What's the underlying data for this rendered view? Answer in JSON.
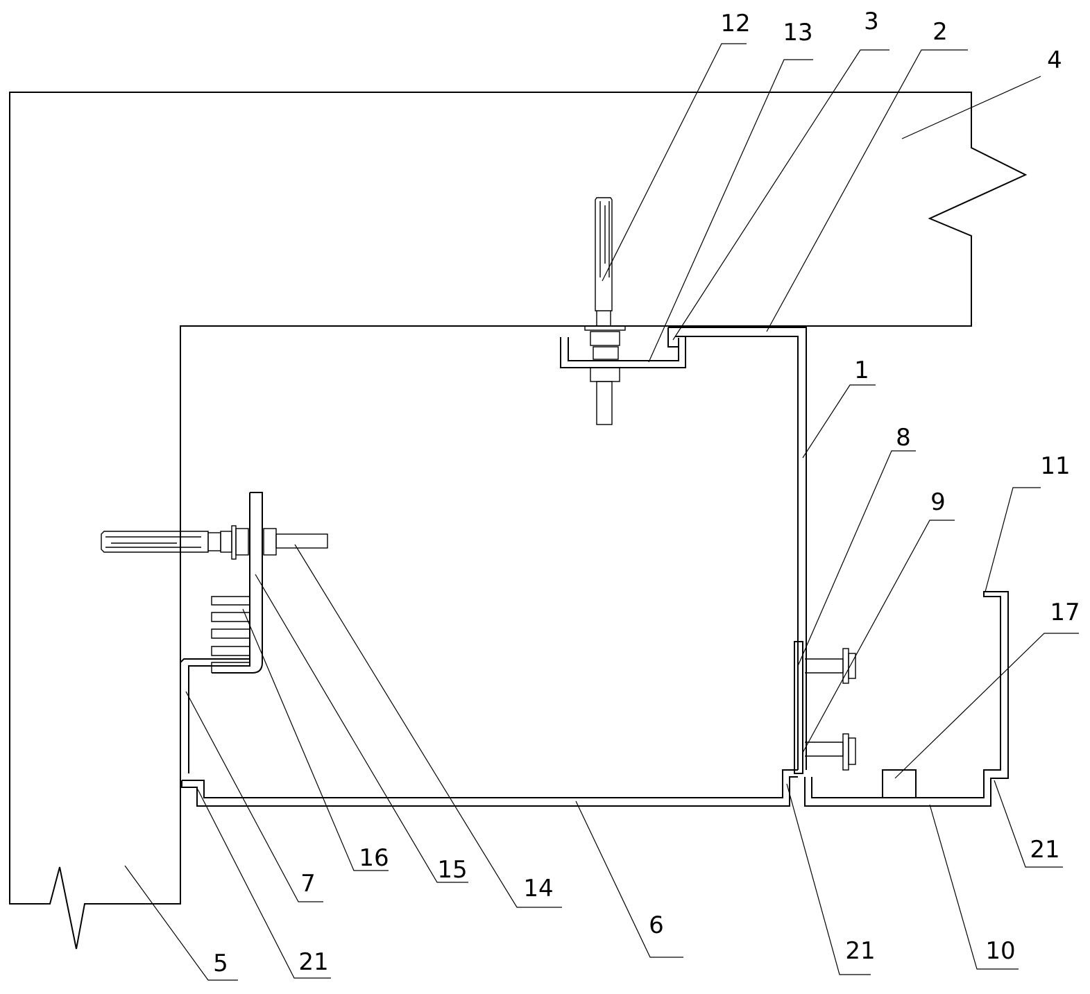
{
  "labels": {
    "l1": "1",
    "l2": "2",
    "l3": "3",
    "l4": "4",
    "l5": "5",
    "l6": "6",
    "l7": "7",
    "l8": "8",
    "l9": "9",
    "l10": "10",
    "l11": "11",
    "l12": "12",
    "l13": "13",
    "l14": "14",
    "l15": "15",
    "l16": "16",
    "l17": "17",
    "l21a": "21",
    "l21b": "21",
    "l21c": "21"
  }
}
